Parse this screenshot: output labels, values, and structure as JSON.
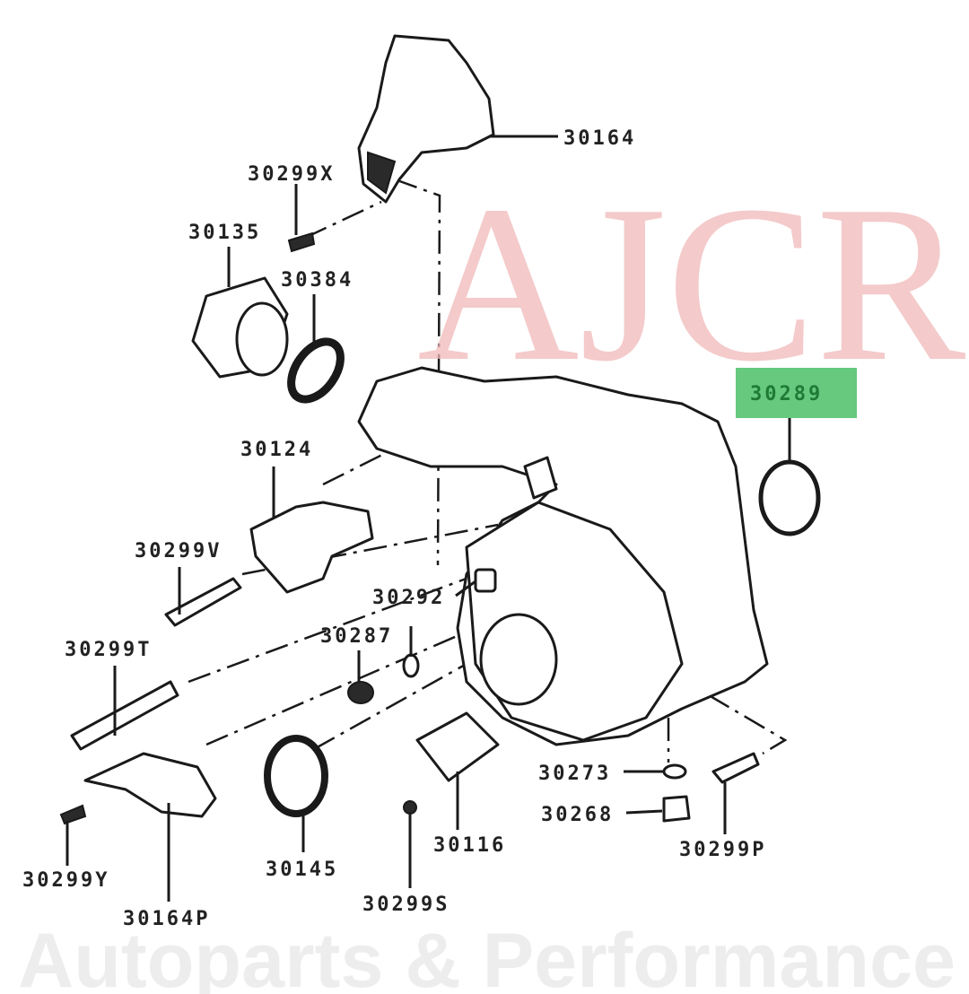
{
  "watermark": {
    "brand": "AJCR",
    "tagline": "Autoparts & Performance"
  },
  "highlight_color": "#66c97e",
  "highlighted_part": "30289",
  "labels": {
    "p30164": "30164",
    "p30299X": "30299X",
    "p30135": "30135",
    "p30384": "30384",
    "p30289": "30289",
    "p30124": "30124",
    "p30299V": "30299V",
    "p30292": "30292",
    "p30287": "30287",
    "p30299T": "30299T",
    "p30273": "30273",
    "p30268": "30268",
    "p30299P": "30299P",
    "p30116": "30116",
    "p30145": "30145",
    "p30299Y": "30299Y",
    "p30164P": "30164P",
    "p30299S": "30299S"
  }
}
